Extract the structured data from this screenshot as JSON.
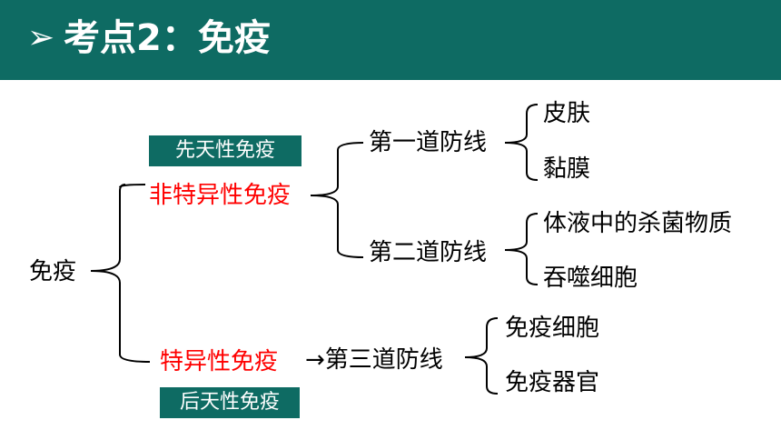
{
  "header": {
    "arrow_glyph": "➢",
    "title": "考点2：免疫"
  },
  "tree": {
    "root": "免疫",
    "nonspecific": {
      "label": "非特异性免疫",
      "tag": "先天性免疫",
      "first_line": {
        "label": "第一道防线",
        "items": [
          "皮肤",
          "黏膜"
        ]
      },
      "second_line": {
        "label": "第二道防线",
        "items": [
          "体液中的杀菌物质",
          "吞噬细胞"
        ]
      }
    },
    "specific": {
      "label": "特异性免疫",
      "tag": "后天性免疫",
      "third_line": {
        "label": "→第三道防线",
        "items": [
          "免疫细胞",
          "免疫器官"
        ]
      }
    }
  },
  "colors": {
    "header_bg": "#0e6b63",
    "tag_bg": "#0e6b63",
    "highlight": "#ff0000"
  }
}
